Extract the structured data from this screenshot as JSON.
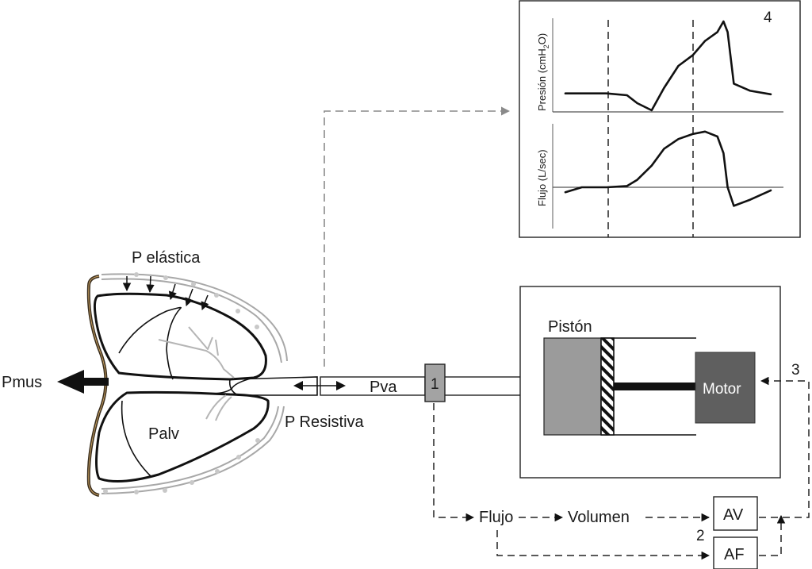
{
  "diagram": {
    "labels": {
      "p_elastica": "P elástica",
      "p_resistiva": "P Resistiva",
      "pmus": "Pmus",
      "palv": "Palv",
      "pva": "Pva",
      "piston": "Pistón",
      "motor": "Motor",
      "flujo": "Flujo",
      "volumen": "Volumen",
      "av": "AV",
      "af": "AF",
      "sensor_number": "1",
      "controller_number": "2",
      "motor_signal_number": "3",
      "graph_panel_number": "4"
    },
    "graphs": {
      "pressure_axis_label": "Presión (cmH",
      "pressure_axis_sub": "2",
      "pressure_axis_tail": "O)",
      "flow_axis_label": "Flujo (L/sec)"
    },
    "colors": {
      "piston_fill": "#9b9b9b",
      "motor_fill": "#5f5f5f",
      "sensor_fill": "#a3a3a3",
      "chest_wall": "#3a2e1e",
      "pleura_grey": "#a8a8a8"
    }
  },
  "chart_data": [
    {
      "type": "line",
      "title": "",
      "ylabel": "Presión (cmH2O)",
      "xlabel": "",
      "note": "qualitative waveform, no tick values shown",
      "x": [
        0,
        0.1,
        0.2,
        0.3,
        0.35,
        0.42,
        0.48,
        0.55,
        0.62,
        0.68,
        0.74,
        0.77,
        0.79,
        0.82,
        0.9,
        1.0
      ],
      "values": [
        0.19,
        0.19,
        0.19,
        0.17,
        0.08,
        0.0,
        0.25,
        0.5,
        0.62,
        0.78,
        0.88,
        1.0,
        0.88,
        0.3,
        0.22,
        0.18
      ]
    },
    {
      "type": "line",
      "title": "",
      "ylabel": "Flujo (L/sec)",
      "xlabel": "",
      "note": "qualitative waveform, zero line shown",
      "x": [
        0,
        0.08,
        0.2,
        0.3,
        0.35,
        0.42,
        0.48,
        0.55,
        0.62,
        0.68,
        0.74,
        0.77,
        0.79,
        0.82,
        0.9,
        1.0
      ],
      "values": [
        -0.08,
        0.0,
        0.0,
        0.02,
        0.12,
        0.35,
        0.62,
        0.78,
        0.86,
        0.9,
        0.82,
        0.55,
        0.0,
        -0.3,
        -0.2,
        -0.05
      ]
    }
  ]
}
